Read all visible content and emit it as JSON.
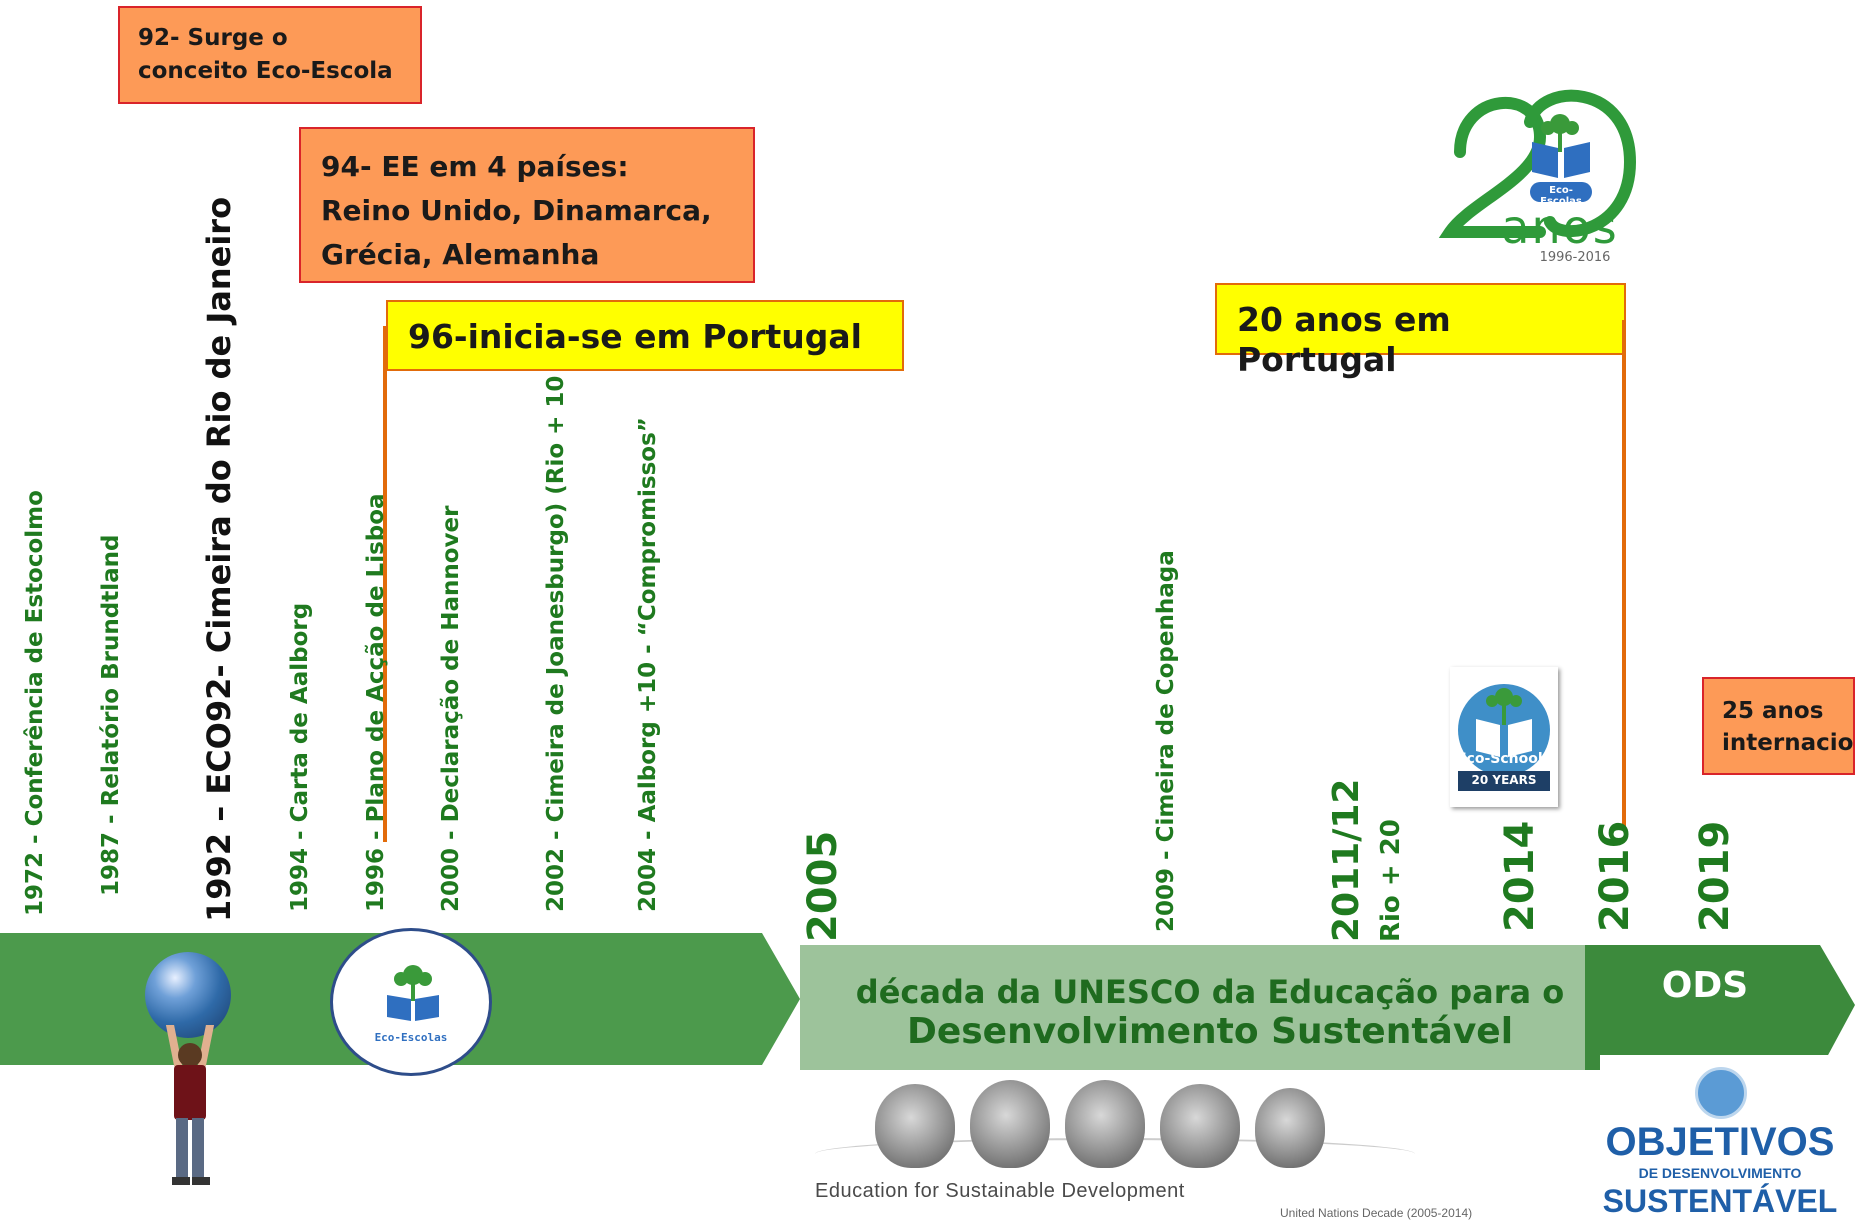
{
  "colors": {
    "green_dark": "#4c9a4c",
    "green_light": "#9dc39b",
    "green_ods": "#3c8a3c",
    "orange_box": "#fd9a57",
    "yellow_box": "#ffff00",
    "text_green": "#1f7a1f"
  },
  "callouts": {
    "c92": "92- Surge o conceito Eco-Escola",
    "c94_line1": "94- EE  em 4 países:",
    "c94_line2": "Reino Unido, Dinamarca,",
    "c94_line3": "Grécia, Alemanha",
    "c96": "96-inicia-se em Portugal",
    "c20": "20 anos em Portugal",
    "c25_line1": "25 anos",
    "c25_line2": "internacio"
  },
  "events": [
    {
      "label": "1972 - Conferência de Estocolmo"
    },
    {
      "label": "1987 - Relatório Brundtland"
    },
    {
      "label": "1992 – ECO92- Cimeira do Rio de Janeiro"
    },
    {
      "label": "1994 - Carta de Aalborg"
    },
    {
      "label": "1996 - Plano de Acção de Lisboa"
    },
    {
      "label": "2000 - Declaração de Hannover"
    },
    {
      "label": "2002 - Cimeira de Joanesburgo) (Rio + 10"
    },
    {
      "label": "2004 - Aalborg +10 - “Compromissos”"
    },
    {
      "label": "2009 - Cimeira de Copenhaga"
    }
  ],
  "years": {
    "y2005": "2005",
    "y2011": "2011/12",
    "rio20": "Rio + 20",
    "y2014": "2014",
    "y2016": "2016",
    "y2019": "2019"
  },
  "unesco": {
    "line1": "década da UNESCO da Educação para o",
    "line2": "Desenvolvimento Sustentável"
  },
  "ods": "ODS",
  "logos": {
    "eco_escolas_small": "Eco-Escolas",
    "anos_logo_brand": "Eco-Escolas",
    "anos_logo_word": "anos",
    "anos_logo_dates": "1996-2016",
    "eco_schools_brand": "Eco-Schools",
    "eco_schools_years": "20 YEARS",
    "esd_title": "Education for Sustainable Development",
    "esd_subtitle": "United Nations Decade (2005-2014)",
    "ods_word1": "OBJETIVOS",
    "ods_word2": "DE DESENVOLVIMENTO",
    "ods_word3": "SUSTENTÁVEL"
  }
}
